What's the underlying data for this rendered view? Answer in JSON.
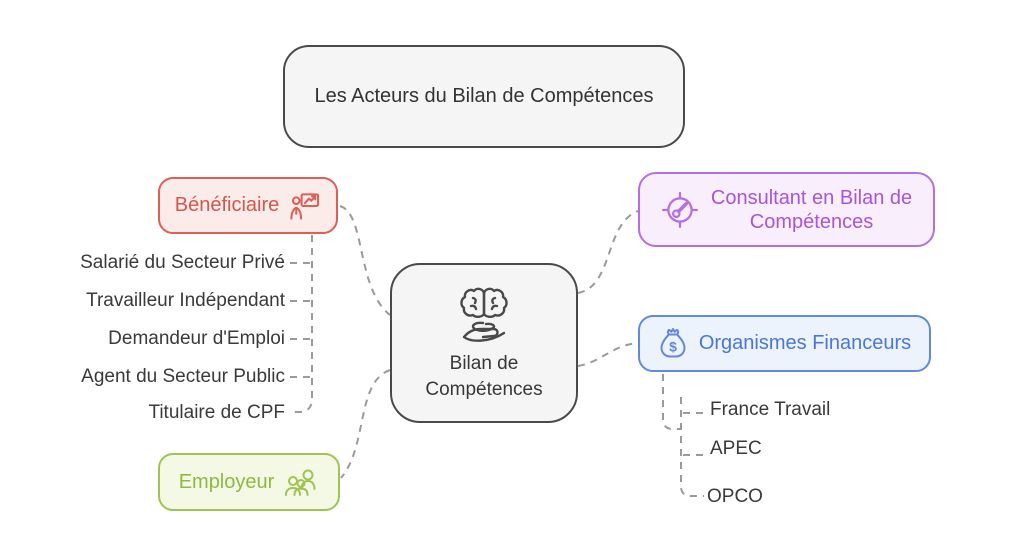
{
  "title": {
    "label": "Les Acteurs du Bilan de Compétences"
  },
  "center": {
    "icon": "brain-in-hand-icon",
    "line1": "Bilan de",
    "line2": "Compétences"
  },
  "nodes": {
    "beneficiaire": {
      "label": "Bénéficiaire",
      "icon": "presenter-chart-icon",
      "color": "#dc5f58",
      "bg": "#fbebe9"
    },
    "employeur": {
      "label": "Employeur",
      "icon": "team-icon",
      "color": "#a0c454",
      "bg": "#f3f9e4"
    },
    "consultant": {
      "line1": "Consultant en Bilan de",
      "line2": "Compétences",
      "icon": "compass-target-icon",
      "color": "#b46fe3",
      "bg": "#f8eefc"
    },
    "financeurs": {
      "label": "Organismes Financeurs",
      "icon": "money-bag-icon",
      "color": "#6389de",
      "bg": "#edf3fc"
    }
  },
  "beneficiaire_items": [
    "Salarié du Secteur Privé",
    "Travailleur Indépendant",
    "Demandeur d'Emploi",
    "Agent du Secteur Public",
    "Titulaire de CPF"
  ],
  "financeur_items": [
    "France Travail",
    "APEC",
    "OPCO"
  ],
  "colors": {
    "neutral_border": "#4a4a4a",
    "neutral_bg": "#f5f5f5",
    "text_dark": "#3a3a3a",
    "connector": "#9a9a9a"
  }
}
